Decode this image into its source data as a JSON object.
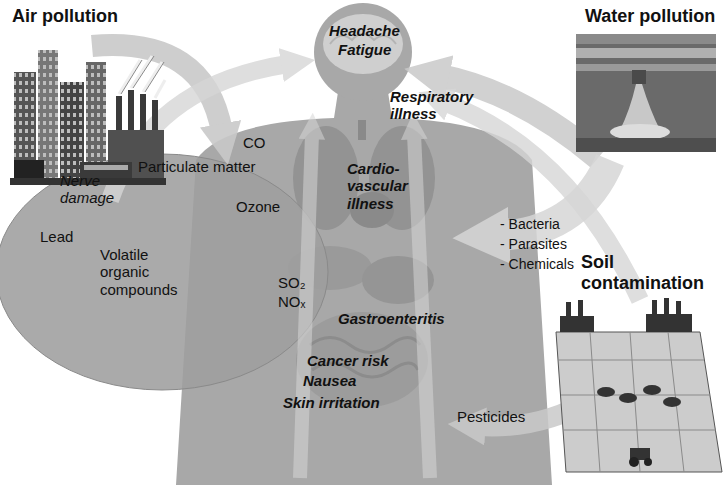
{
  "diagram": {
    "labels": [
      "Air pollution",
      "Headache",
      "Fatigue",
      "Water pollution",
      "- Bacteria",
      "- Parasites",
      "- Chemicals",
      "Soil contamination",
      "CO",
      "Particulate matter",
      "Nerve damage",
      "Ozone",
      "Lead",
      "Volatile organic compounds",
      "SO₂",
      "NOₓ",
      "Respiratory illness",
      "Cardio-vascular illness",
      "Gastroenteritis",
      "Cancer risk",
      "Nausea",
      "Skin irritation",
      "Pesticides"
    ]
  }
}
